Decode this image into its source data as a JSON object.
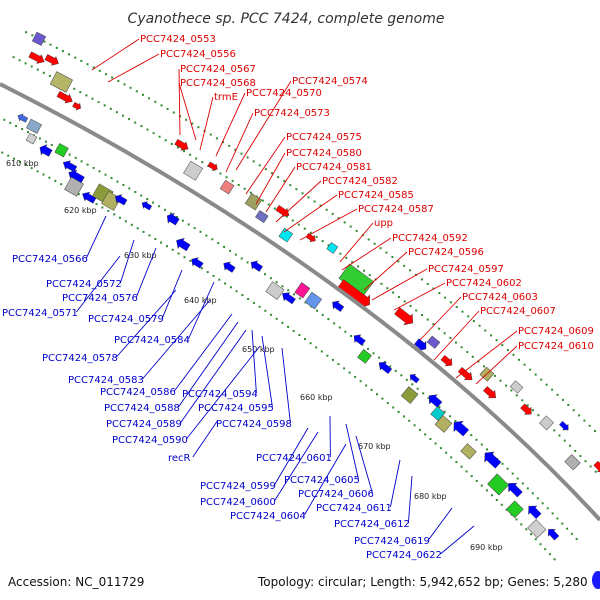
{
  "title": "Cyanothece sp. PCC 7424, complete genome",
  "accession": "Accession: NC_011729",
  "topology": "Topology: circular; Length: 5,942,652 bp; Genes: 5,280",
  "colors": {
    "forward_label": "#dd0000",
    "reverse_label": "#0000cc",
    "backbone": "#888888",
    "tick": "#2e8b2e"
  },
  "kbp_labels": [
    "610 kbp",
    "620 kbp",
    "630 kbp",
    "640 kbp",
    "650 kbp",
    "660 kbp",
    "670 kbp",
    "680 kbp",
    "690 kbp"
  ],
  "forward_labels": [
    "PCC7424_0553",
    "PCC7424_0556",
    "PCC7424_0567",
    "PCC7424_0568",
    "trmE",
    "PCC7424_0570",
    "PCC7424_0574",
    "PCC7424_0573",
    "PCC7424_0575",
    "PCC7424_0580",
    "PCC7424_0581",
    "PCC7424_0582",
    "PCC7424_0585",
    "PCC7424_0587",
    "upp",
    "PCC7424_0592",
    "PCC7424_0596",
    "PCC7424_0597",
    "PCC7424_0602",
    "PCC7424_0603",
    "PCC7424_0607",
    "PCC7424_0609",
    "PCC7424_0610"
  ],
  "reverse_labels": [
    "PCC7424_0566",
    "PCC7424_0572",
    "PCC7424_0576",
    "PCC7424_0571",
    "PCC7424_0579",
    "PCC7424_0584",
    "PCC7424_0578",
    "PCC7424_0583",
    "PCC7424_0586",
    "PCC7424_0594",
    "PCC7424_0588",
    "PCC7424_0595",
    "PCC7424_0589",
    "PCC7424_0598",
    "PCC7424_0590",
    "recR",
    "PCC7424_0601",
    "PCC7424_0605",
    "PCC7424_0599",
    "PCC7424_0606",
    "PCC7424_0600",
    "PCC7424_0604",
    "PCC7424_0611",
    "PCC7424_0612",
    "PCC7424_0619",
    "PCC7424_0622"
  ]
}
